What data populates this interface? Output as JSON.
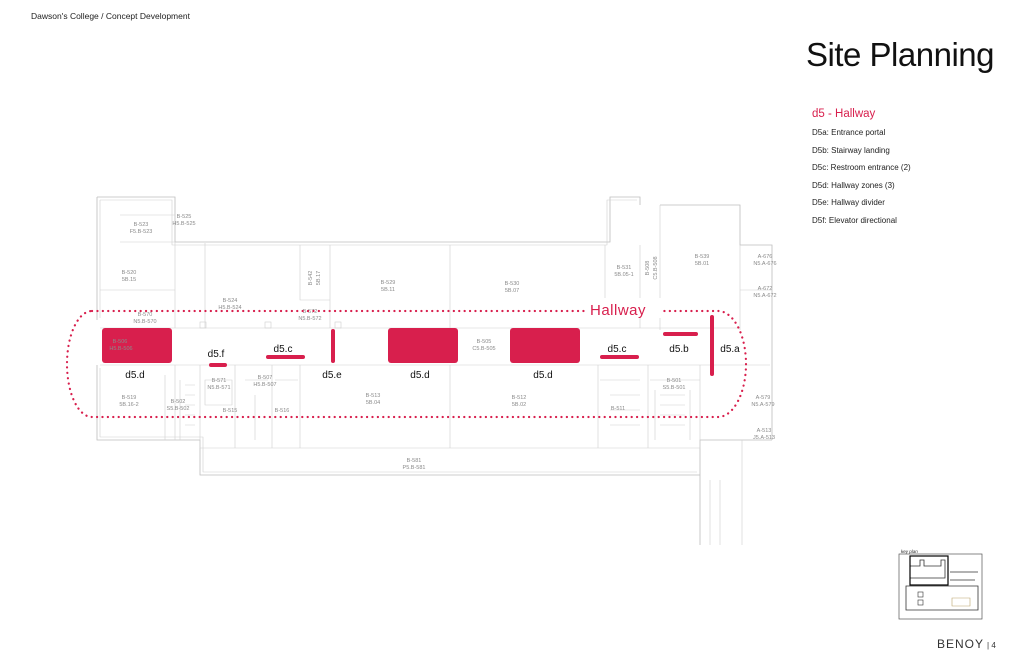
{
  "header": {
    "breadcrumb": "Dawson's College / Concept Development",
    "title": "Site Planning"
  },
  "legend": {
    "heading": "d5 - Hallway",
    "items": [
      "D5a: Entrance portal",
      "D5b: Stairway landing",
      "D5c: Restroom entrance (2)",
      "D5d: Hallway zones (3)",
      "D5e: Hallway divider",
      "D5f: Elevator directional"
    ]
  },
  "plan": {
    "hallway_label": "Hallway",
    "zones": {
      "d5a": "d5.a",
      "d5b": "d5.b",
      "d5c1": "d5.c",
      "d5c2": "d5.c",
      "d5d1": "d5.d",
      "d5d2": "d5.d",
      "d5d3": "d5.d",
      "d5e": "d5.e",
      "d5f": "d5.f"
    },
    "rooms": {
      "r523": [
        "B-523",
        "F5.B-523"
      ],
      "r525": [
        "B-525",
        "H5.B-525"
      ],
      "r520": [
        "B-520",
        "5B.15"
      ],
      "r524": [
        "B-524",
        "H5.B-524"
      ],
      "r542": [
        "B-542",
        "5B.17"
      ],
      "r529": [
        "B-529",
        "5B.11"
      ],
      "r530": [
        "B-530",
        "5B.07"
      ],
      "r531": [
        "B-531",
        "5B.05-1"
      ],
      "r508": [
        "B-508",
        "C5.B-508"
      ],
      "r539": [
        "B-539",
        "5B.01"
      ],
      "r676": [
        "A-676",
        "N5.A-676"
      ],
      "r672": [
        "A-672",
        "N5.A-672"
      ],
      "r570": [
        "B-570",
        "N5.B-570"
      ],
      "r572": [
        "B-572",
        "N5.B-572"
      ],
      "r506": [
        "B-506",
        "H5.B-506"
      ],
      "r505": [
        "B-505",
        "C5.B-505"
      ],
      "r519": [
        "B-519",
        "5B.16-2"
      ],
      "r571": [
        "B-571",
        "N5.B-571"
      ],
      "r507": [
        "B-507",
        "H5.B-507"
      ],
      "r502": [
        "B-502",
        "S5.B-502"
      ],
      "r515": [
        "B-515"
      ],
      "r516": [
        "B-516"
      ],
      "r513": [
        "B-513",
        "5B.04"
      ],
      "r512": [
        "B-512",
        "5B.02"
      ],
      "r511": [
        "B-511"
      ],
      "r501": [
        "B-501",
        "S5.B-501"
      ],
      "r579": [
        "A-579",
        "N5.A-579"
      ],
      "rA513": [
        "A-513",
        "J5.A-513"
      ],
      "r581": [
        "B-581",
        "P5.B-581"
      ]
    }
  },
  "keyplan": {
    "label": "key plan"
  },
  "footer": {
    "brand": "BENOY",
    "page": "| 4"
  },
  "colors": {
    "accent": "#d81f4d"
  }
}
